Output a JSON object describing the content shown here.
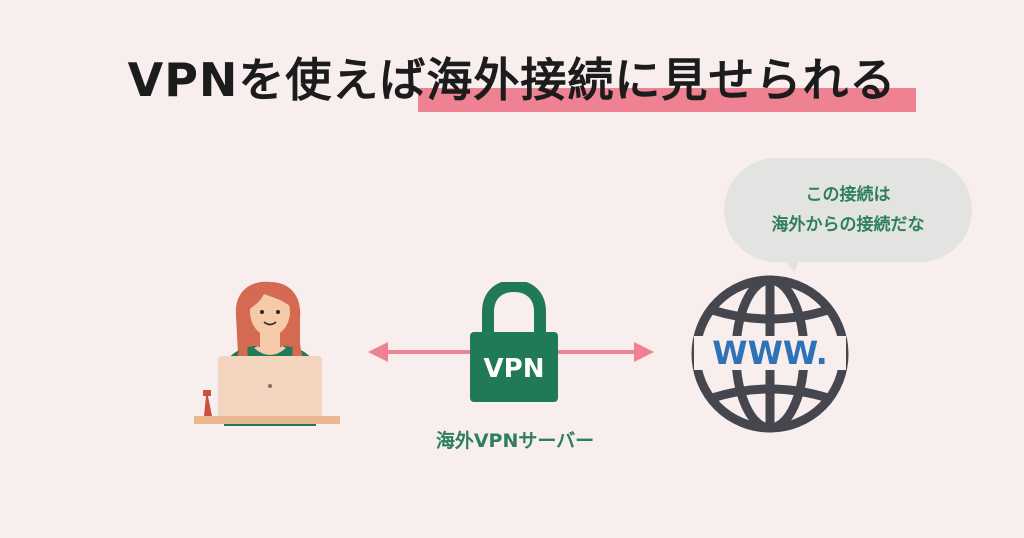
{
  "title": {
    "prefix": "VPNを使えば",
    "highlight": "海外接続に見せられる"
  },
  "server": {
    "label": "海外VPNサーバー",
    "lock_text": "VPN"
  },
  "website": {
    "text": "WWW."
  },
  "speech_bubble": {
    "line1": "この接続は",
    "line2": "海外からの接続だな"
  },
  "colors": {
    "background": "#f7eeed",
    "accent_pink": "#ee8292",
    "vpn_green": "#1f7a55",
    "globe_gray": "#46474e",
    "www_blue": "#2f72b8"
  }
}
